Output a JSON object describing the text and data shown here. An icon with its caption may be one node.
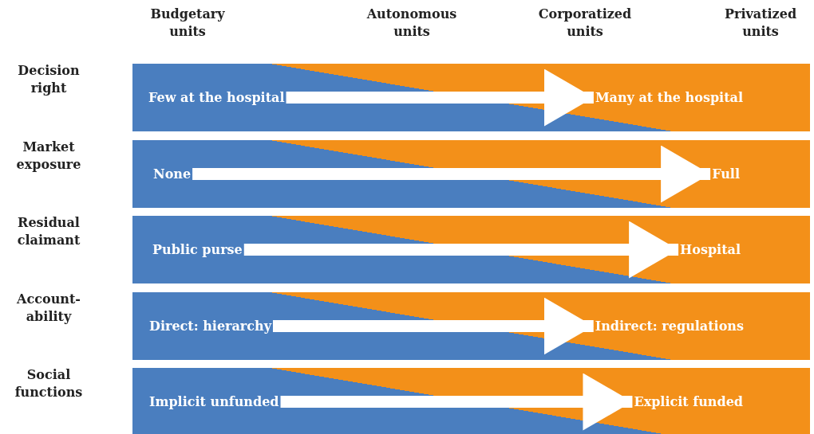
{
  "diagram": {
    "nodes": [
      {
        "text": [],
        "shape": "band"
      },
      {
        "text": [
          "Few at the hospital"
        ],
        "in": 0
      },
      {
        "text": [
          "Many at the hospital"
        ],
        "in": 0
      },
      {
        "text": [],
        "shape": "band"
      },
      {
        "text": [
          "None"
        ],
        "in": 3
      },
      {
        "text": [
          "Full"
        ],
        "in": 3
      },
      {
        "text": [],
        "shape": "band"
      },
      {
        "text": [
          "Public purse"
        ],
        "in": 6
      },
      {
        "text": [
          "Hospital"
        ],
        "in": 6
      },
      {
        "text": [],
        "shape": "band"
      },
      {
        "text": [
          "Direct: hierarchy"
        ],
        "in": 9
      },
      {
        "text": [
          "Indirect: regulations"
        ],
        "in": 9
      },
      {
        "text": [],
        "shape": "band"
      },
      {
        "text": [
          "Implicit unfunded"
        ],
        "in": 12
      },
      {
        "text": [
          "Explicit funded"
        ],
        "in": 12
      }
    ],
    "edges": [
      {
        "from": 1,
        "to": 2,
        "arrow": "to"
      },
      {
        "from": 4,
        "to": 5,
        "arrow": "to"
      },
      {
        "from": 7,
        "to": 8,
        "arrow": "to"
      },
      {
        "from": 10,
        "to": 11,
        "arrow": "to"
      },
      {
        "from": 13,
        "to": 14,
        "arrow": "to"
      }
    ],
    "labels": [
      "Budgetary units",
      "Autonomous units",
      "Corporatized units",
      "Privatized units",
      "Decision right",
      "Market exposure",
      "Residual claimant",
      "Account-ability",
      "Social functions"
    ]
  }
}
